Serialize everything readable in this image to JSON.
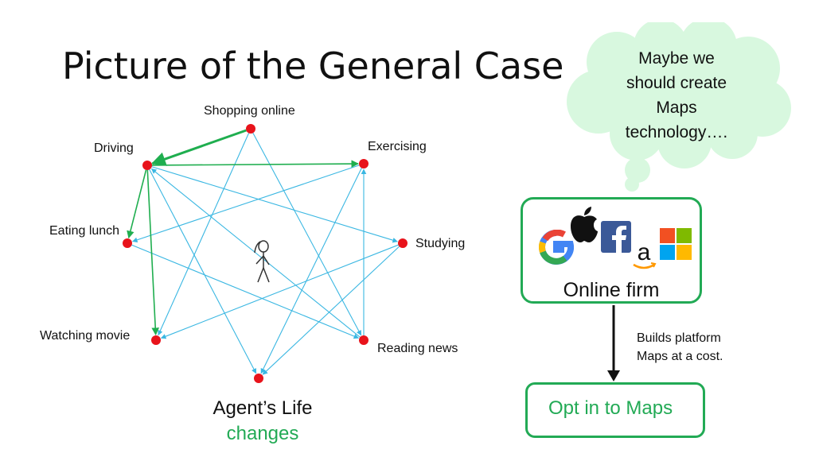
{
  "slide": {
    "title": "Picture of the General Case"
  },
  "diagram": {
    "nodes": [
      {
        "id": "shopping",
        "label": "Shopping online"
      },
      {
        "id": "exercising",
        "label": "Exercising"
      },
      {
        "id": "studying",
        "label": "Studying"
      },
      {
        "id": "reading",
        "label": "Reading news"
      },
      {
        "id": "agent",
        "label": ""
      },
      {
        "id": "movie",
        "label": "Watching movie"
      },
      {
        "id": "lunch",
        "label": "Eating lunch"
      },
      {
        "id": "driving",
        "label": "Driving"
      }
    ],
    "edges_blue": [
      [
        "shopping",
        "reading"
      ],
      [
        "shopping",
        "movie"
      ],
      [
        "reading",
        "driving"
      ],
      [
        "driving",
        "studying"
      ],
      [
        "studying",
        "movie"
      ],
      [
        "exercising",
        "lunch"
      ],
      [
        "lunch",
        "reading"
      ],
      [
        "reading",
        "exercising"
      ],
      [
        "studying",
        "agent"
      ],
      [
        "driving",
        "agent"
      ],
      [
        "exercising",
        "agent"
      ]
    ],
    "edges_green": [
      [
        "shopping",
        "driving"
      ],
      [
        "driving",
        "exercising"
      ],
      [
        "driving",
        "lunch"
      ],
      [
        "driving",
        "movie"
      ]
    ],
    "caption_line1": "Agent’s Life",
    "caption_line2": "changes"
  },
  "thought_bubble": {
    "text_lines": [
      "Maybe we",
      "should create",
      "Maps",
      "technology…."
    ]
  },
  "firm_box": {
    "label": "Online firm",
    "logos": [
      "google-logo",
      "apple-logo",
      "facebook-logo",
      "amazon-logo",
      "microsoft-logo"
    ]
  },
  "arrow_note": {
    "line1": "Builds platform",
    "line2": "Maps at a cost."
  },
  "opt_box": {
    "label": "Opt in to Maps"
  },
  "colors": {
    "node": "#e8131b",
    "edge_blue": "#3ab7e2",
    "edge_green": "#1fae4f",
    "bubble": "#d8f8df",
    "box_border": "#22aa55"
  }
}
